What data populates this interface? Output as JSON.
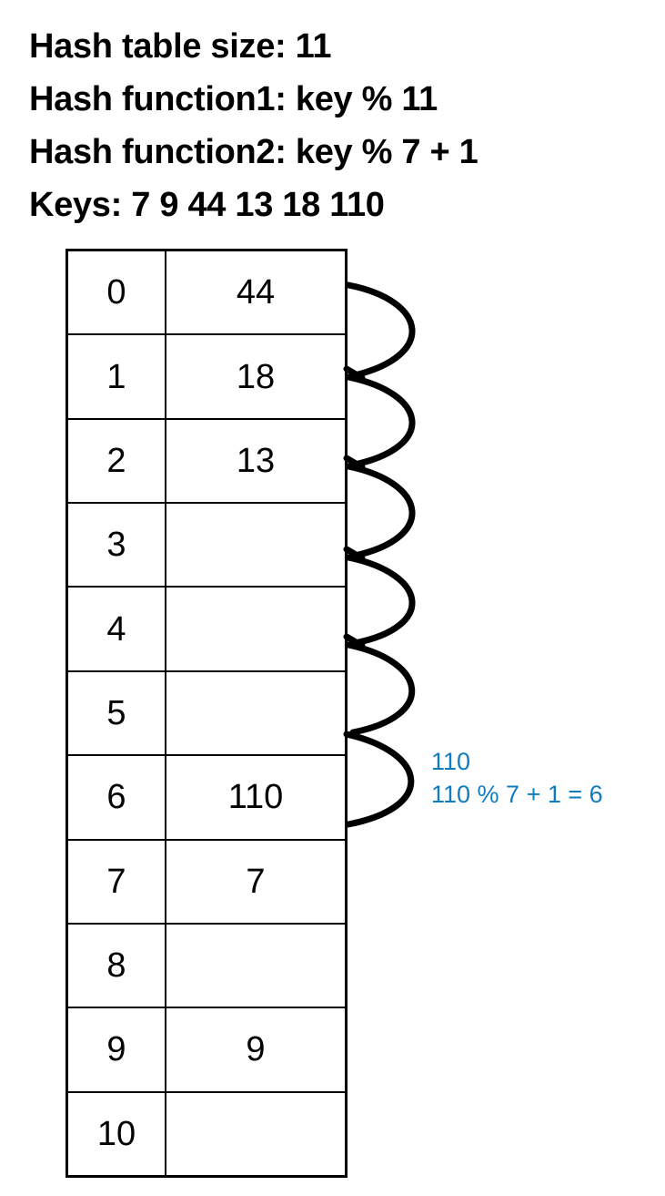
{
  "header": {
    "lines": [
      "Hash table size: 11",
      "Hash function1: key % 11",
      "Hash function2: key % 7 + 1",
      "Keys: 7 9 44 13 18 110"
    ]
  },
  "table": {
    "rows": [
      {
        "index": "0",
        "value": "44"
      },
      {
        "index": "1",
        "value": "18"
      },
      {
        "index": "2",
        "value": "13"
      },
      {
        "index": "3",
        "value": ""
      },
      {
        "index": "4",
        "value": ""
      },
      {
        "index": "5",
        "value": ""
      },
      {
        "index": "6",
        "value": "110"
      },
      {
        "index": "7",
        "value": "7"
      },
      {
        "index": "8",
        "value": ""
      },
      {
        "index": "9",
        "value": "9"
      },
      {
        "index": "10",
        "value": ""
      }
    ]
  },
  "annotation": {
    "color": "#0f7cc0",
    "lines": [
      "110",
      "110 % 7 + 1 = 6"
    ]
  },
  "probe": {
    "stroke_color": "#000000",
    "description": "double-hashing-probe-zigzag"
  }
}
